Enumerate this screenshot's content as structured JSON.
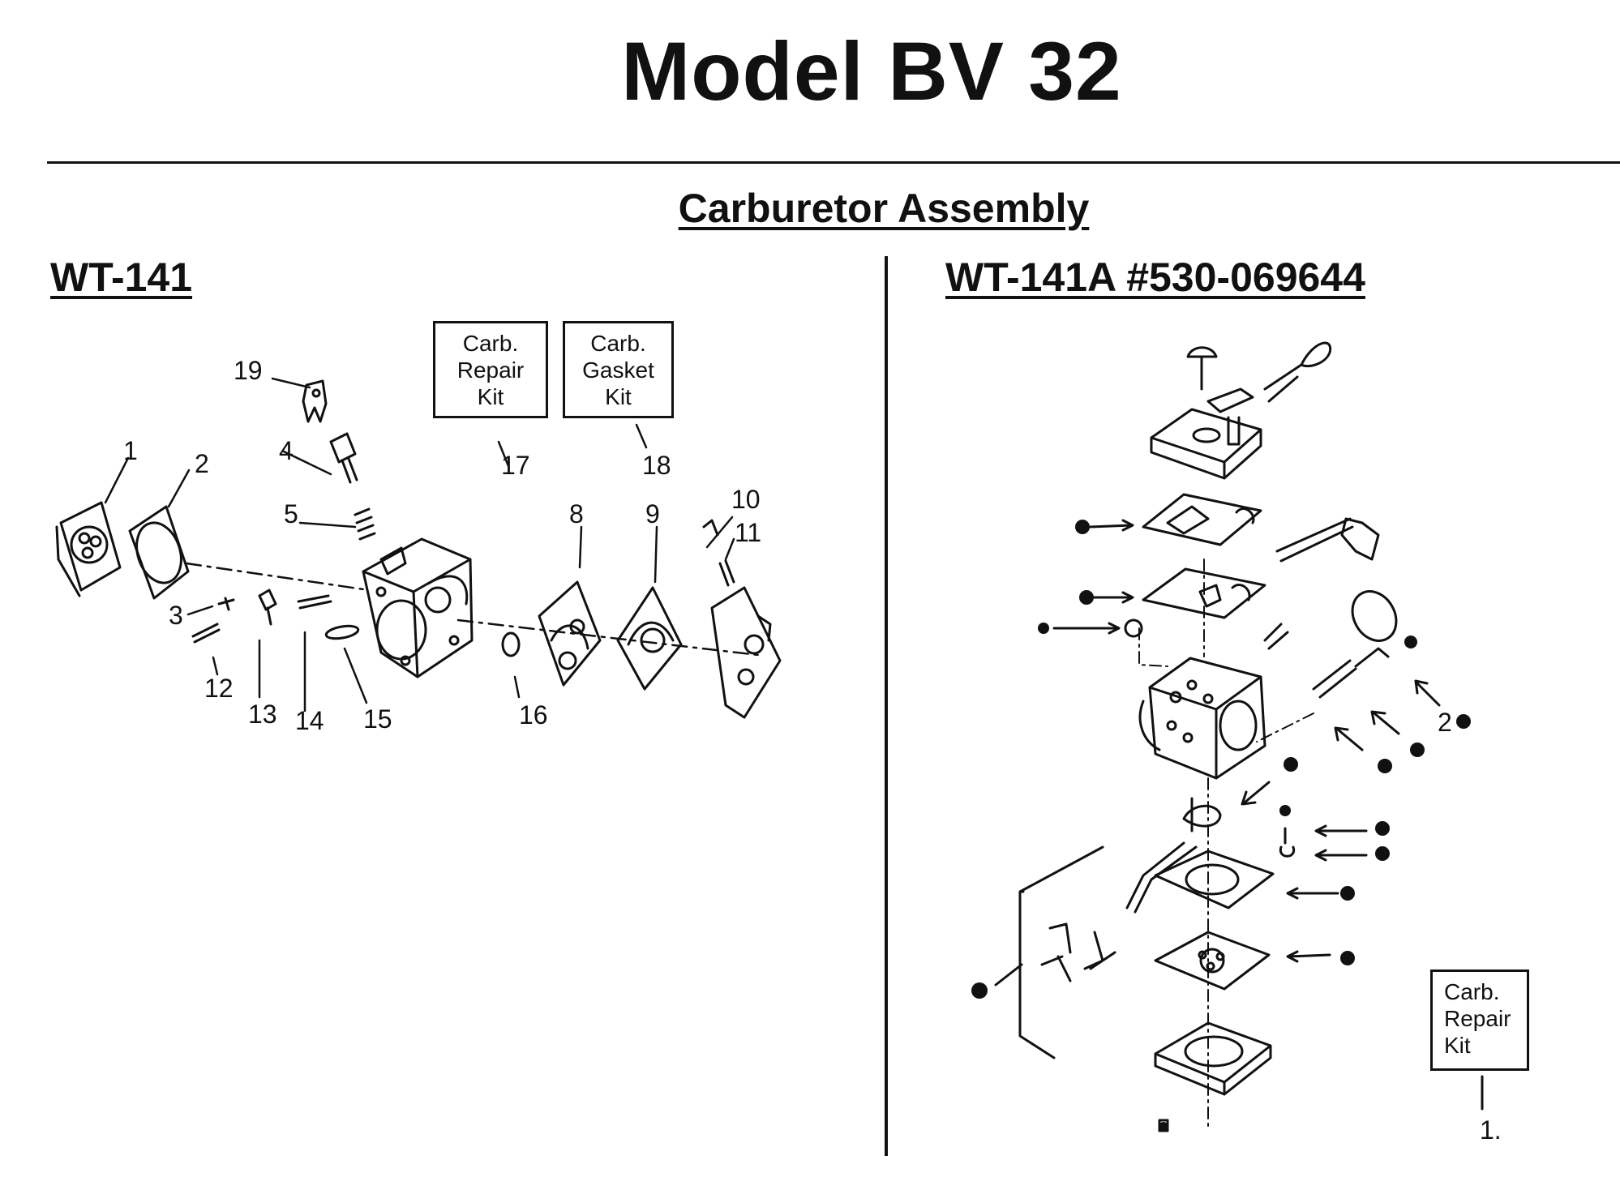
{
  "title": "Model BV 32",
  "subtitle": "Carburetor Assembly",
  "left_section": {
    "heading": "WT-141",
    "kits": [
      {
        "line1": "Carb.",
        "line2": "Repair",
        "line3": "Kit",
        "number": "17"
      },
      {
        "line1": "Carb.",
        "line2": "Gasket",
        "line3": "Kit",
        "number": "18"
      }
    ],
    "callouts": [
      "1",
      "2",
      "3",
      "4",
      "5",
      "8",
      "9",
      "10",
      "11",
      "12",
      "13",
      "14",
      "15",
      "16",
      "19"
    ]
  },
  "right_section": {
    "heading": "WT-141A #530-069644",
    "kit": {
      "line1": "Carb.",
      "line2": "Repair",
      "line3": "Kit",
      "number": "1."
    },
    "callout_2": "2"
  }
}
